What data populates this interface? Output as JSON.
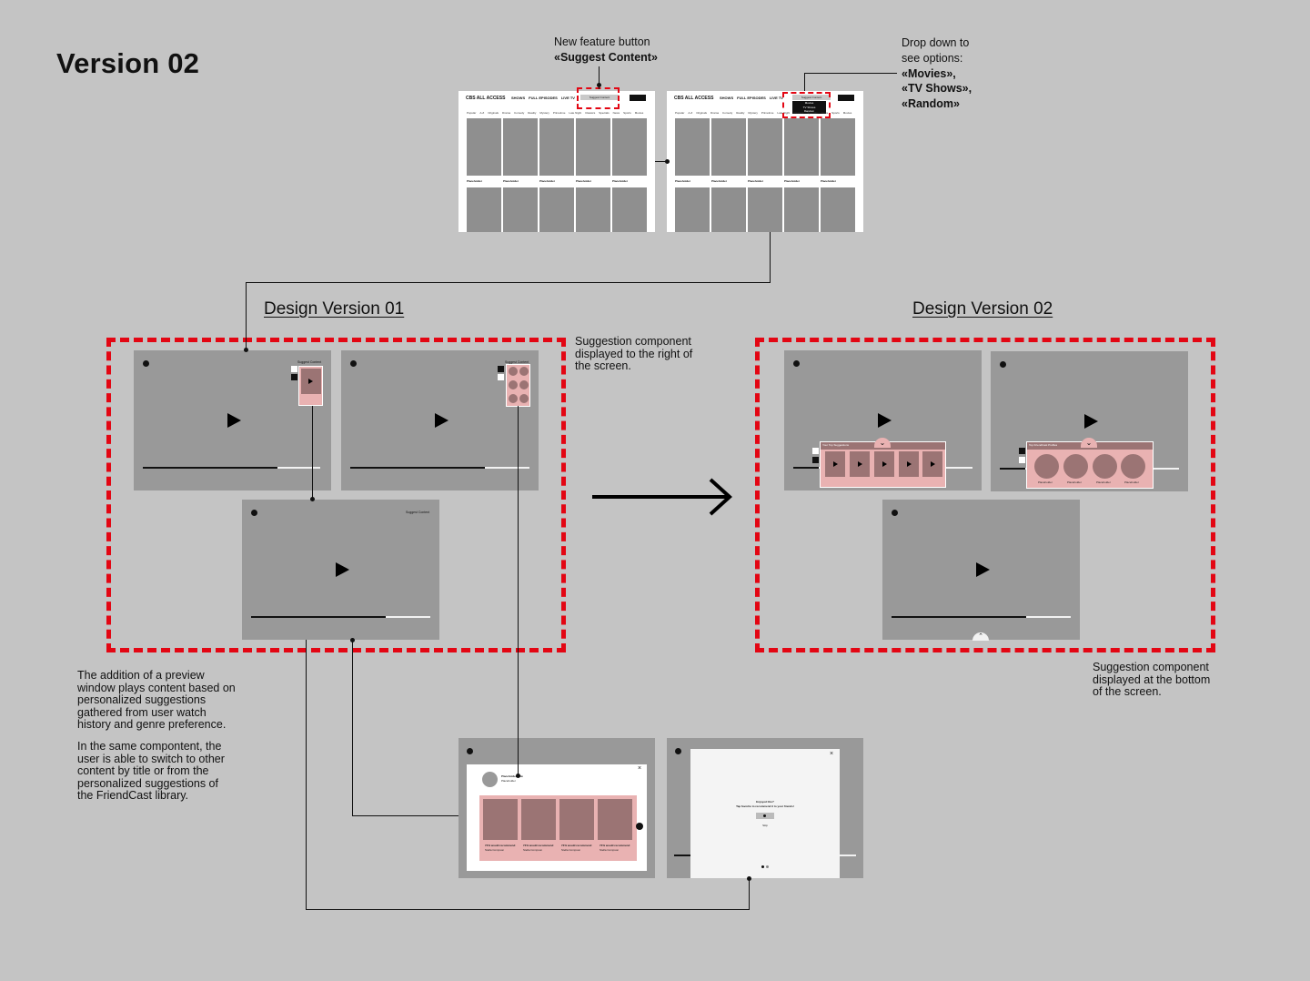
{
  "page_title": "Version 02",
  "notes": {
    "new_feature_line1": "New feature button",
    "new_feature_line2": "«Suggest Content»",
    "dropdown_line1": "Drop down to",
    "dropdown_line2": "see options:",
    "dropdown_line3": "«Movies»,",
    "dropdown_line4": "«TV Shows»,",
    "dropdown_line5": "«Random»",
    "right_side_line1": "Suggestion component",
    "right_side_line2": "displayed to the right of",
    "right_side_line3": "the screen.",
    "bottom_line1": "Suggestion component",
    "bottom_line2": "displayed at the bottom",
    "bottom_line3": "of the screen.",
    "preview_p1_l1": "The addition of a preview",
    "preview_p1_l2": "window plays content based on",
    "preview_p1_l3": "personalized suggestions",
    "preview_p1_l4": "gathered from user watch",
    "preview_p1_l5": "history and genre preference.",
    "preview_p2_l1": "In the same compontent, the",
    "preview_p2_l2": "user is able to switch to other",
    "preview_p2_l3": "content by title or from the",
    "preview_p2_l4": "personalized suggestions of",
    "preview_p2_l5": "the FriendCast library."
  },
  "sections": {
    "v1_title": "Design Version 01",
    "v2_title": "Design Version 02"
  },
  "site": {
    "logo": "CBS ALL ACCESS",
    "nav_shows": "SHOWS",
    "nav_full": "FULL EPISODES",
    "nav_live": "LIVE TV",
    "suggest_button": "Suggest Content",
    "categories": [
      "Popular",
      "A-Z",
      "Originals",
      "Drama",
      "Comedy",
      "Reality",
      "Mystery",
      "Primetime",
      "Late Night",
      "Classics",
      "Specials",
      "News",
      "Sports",
      "Movies"
    ],
    "tile_caption": "Placeholder",
    "dropdown_options": [
      "Movies",
      "TV Shows",
      "Random"
    ]
  },
  "player": {
    "suggest_label": "Suggest Content",
    "top_suggestions": "Your Top Suggestions",
    "friendcast_title": "Top FriendCast Profiles",
    "placeholder": "Placeholder",
    "placeholder_title": "Placeholder Title",
    "card_text": "74% would recommend",
    "card_sub": "Stella Compson",
    "enjoyed_title": "Enjoyed this?",
    "enjoyed_sub": "Tap favorite to recommend it to your friends!",
    "skip": "Skip"
  },
  "colors": {
    "background": "#c4c4c4",
    "accent_red": "#e30613",
    "wire_gray": "#999999",
    "pink": "#e9b2b2",
    "mauve": "#9b7474"
  }
}
